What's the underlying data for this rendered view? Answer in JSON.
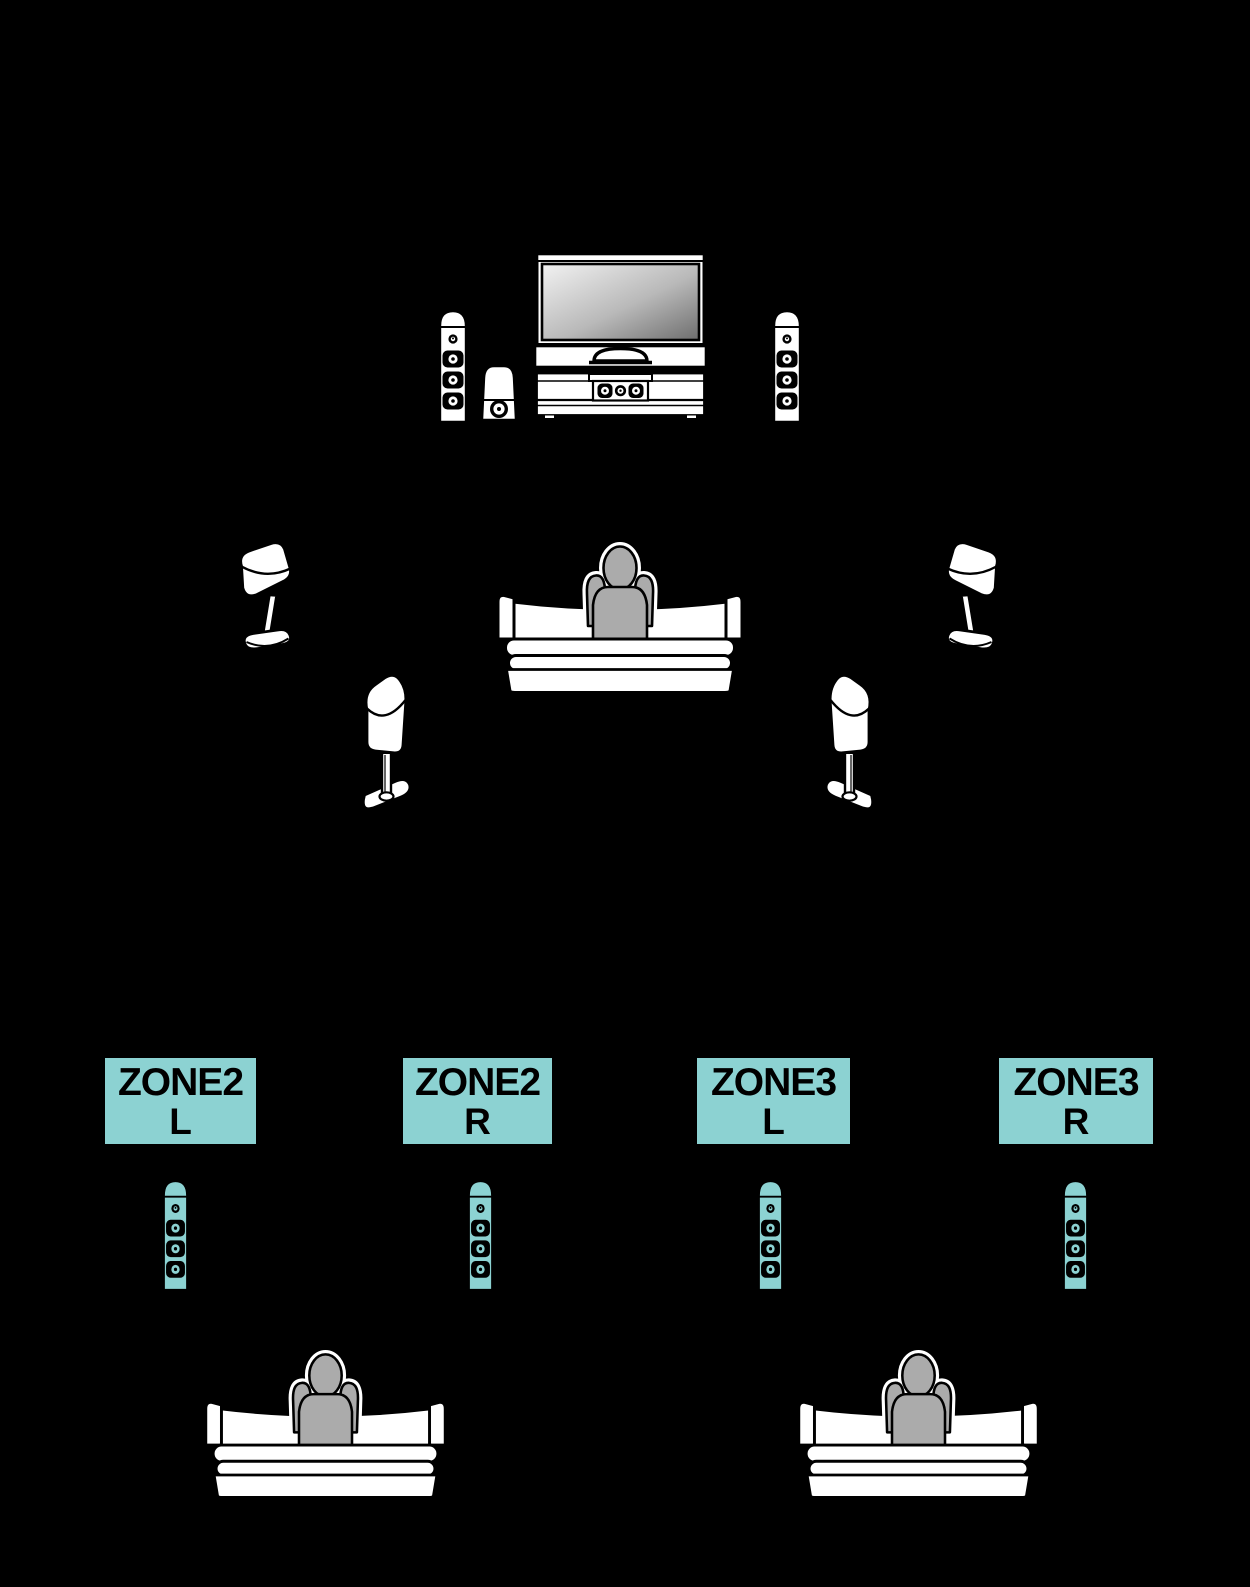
{
  "diagram": {
    "background": "#000000",
    "accent_color": "#8CD2D2",
    "person_color": "#ABABAB",
    "main_room": {
      "elements": [
        "front-left-speaker",
        "subwoofer",
        "tv-with-rack-and-center-speaker",
        "front-right-speaker",
        "surround-left-speaker",
        "surround-right-speaker",
        "surround-back-left-speaker",
        "surround-back-right-speaker",
        "sofa-with-listener"
      ]
    },
    "zones": [
      {
        "id": "zone2-left",
        "name": "ZONE2",
        "channel": "L"
      },
      {
        "id": "zone2-right",
        "name": "ZONE2",
        "channel": "R"
      },
      {
        "id": "zone3-left",
        "name": "ZONE3",
        "channel": "L"
      },
      {
        "id": "zone3-right",
        "name": "ZONE3",
        "channel": "R"
      }
    ]
  }
}
